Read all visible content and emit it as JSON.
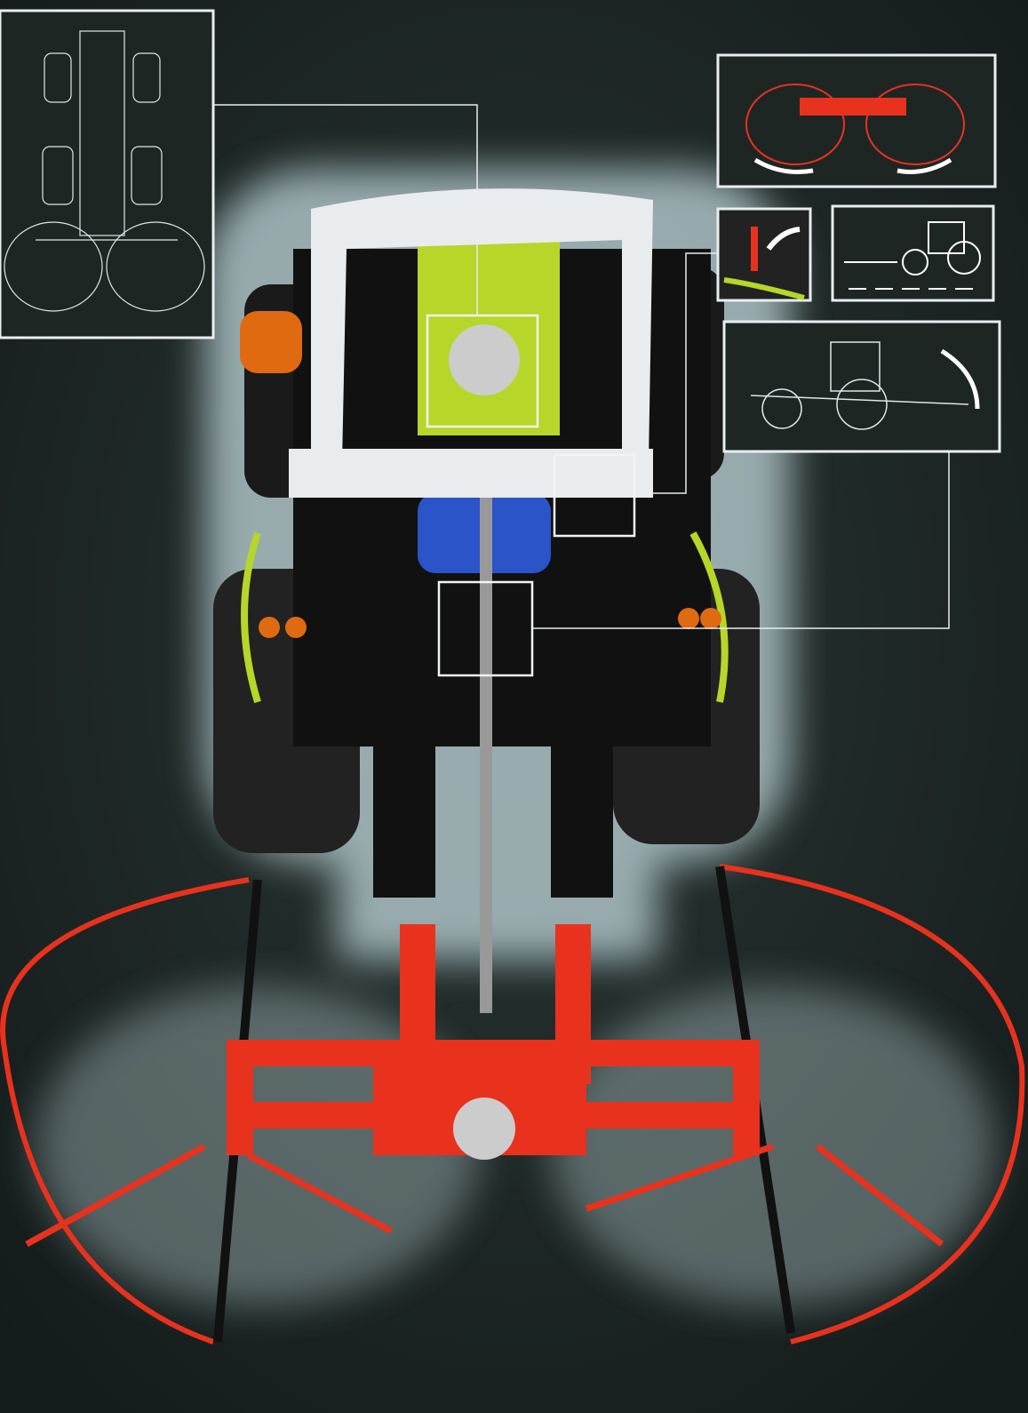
{
  "colors": {
    "background": "#1c2624",
    "glow": "#cfe3e6",
    "inset_border": "#e8eef0",
    "rotor_red": "#e8321e",
    "tractor_lime": "#b6d62a",
    "tractor_white": "#e9ecee",
    "tractor_blue": "#2a54c8",
    "tyre_black": "#1a1a1a"
  },
  "insets": [
    {
      "name": "top-view-blueprint",
      "icon": "blueprint-top-view-icon"
    },
    {
      "name": "rotor-rotation",
      "icon": "rotate-arrows-icon"
    },
    {
      "name": "lever-closeup",
      "icon": "lever-arrow-icon"
    },
    {
      "name": "tractor-forward-motion",
      "icon": "forward-arrows-icon"
    },
    {
      "name": "rotor-lift",
      "icon": "lift-arrow-icon"
    }
  ],
  "highlights": [
    "gear-drive",
    "lever-mechanism",
    "drive-shaft-gear"
  ]
}
